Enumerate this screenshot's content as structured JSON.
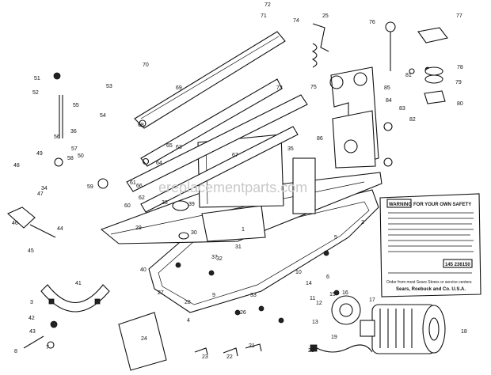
{
  "watermark": "ereplacementparts.com",
  "warning_label": {
    "box_word": "WARNING",
    "title_rest": "FOR YOUR OWN SAFETY",
    "part_box": "145 236150",
    "footer1": "Order from most Sears Stores or service centers",
    "footer2": "Sears, Roebuck and Co. U.S.A."
  },
  "callouts": [
    "1",
    "2",
    "3",
    "4",
    "5",
    "6",
    "7",
    "8",
    "9",
    "10",
    "11",
    "12",
    "13",
    "14",
    "15",
    "16",
    "17",
    "18",
    "19",
    "20",
    "21",
    "22",
    "23",
    "24",
    "25",
    "26",
    "27",
    "28",
    "29",
    "30",
    "31",
    "32",
    "33",
    "34",
    "35",
    "36",
    "37",
    "38",
    "39",
    "40",
    "41",
    "42",
    "43",
    "44",
    "45",
    "46",
    "47",
    "48",
    "49",
    "50",
    "51",
    "52",
    "53",
    "54",
    "55",
    "56",
    "57",
    "58",
    "59",
    "60",
    "61",
    "62",
    "63",
    "64",
    "65",
    "66",
    "67",
    "68",
    "69",
    "70",
    "71",
    "72",
    "73",
    "74",
    "75",
    "76",
    "77",
    "78",
    "79",
    "80",
    "81",
    "82",
    "83",
    "84",
    "85",
    "86"
  ],
  "colors": {
    "ink": "#111111",
    "paper": "#ffffff",
    "watermark": "#c8c8c8"
  }
}
